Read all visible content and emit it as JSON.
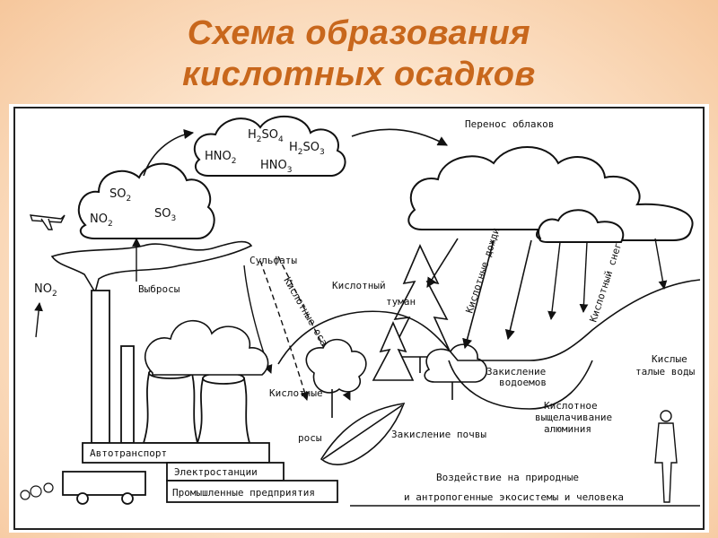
{
  "title": {
    "line1": "Схема образования",
    "line2": "кислотных осадков"
  },
  "diagram": {
    "cloud_transfer": "Перенос облаков",
    "compounds": {
      "so2": {
        "base": "SO",
        "sub": "2"
      },
      "no2": {
        "base": "NO",
        "sub": "2"
      },
      "so3": {
        "base": "SO",
        "sub": "3"
      },
      "h2so4": {
        "p1": "H",
        "s1": "2",
        "p2": "SO",
        "s2": "4"
      },
      "hno2": {
        "base": "HNO",
        "sub": "2"
      },
      "h2so3": {
        "p1": "H",
        "s1": "2",
        "p2": "SO",
        "s2": "3"
      },
      "hno3": {
        "base": "HNO",
        "sub": "3"
      },
      "no2_left": {
        "base": "NO",
        "sub": "2"
      }
    },
    "emissions": "Выбросы",
    "sulfates": "Сульфаты",
    "acid_deposition": "Кислотные осаждения",
    "acid_fog_1": "Кислотный",
    "acid_fog_2": "туман",
    "acid_rain": "Кислотные дожди",
    "acid_snow": "Кислотный снег",
    "acid_dew_1": "Кислотные",
    "acid_dew_2": "росы",
    "water_acid_1": "Закисление",
    "water_acid_2": "водоемов",
    "aluminum_1": "Кислотное",
    "aluminum_2": "выщелачивание",
    "aluminum_3": "алюминия",
    "meltwater_1": "Кислые",
    "meltwater_2": "талые воды",
    "soil_acid": "Закисление почвы",
    "impact_1": "Воздействие на природные",
    "impact_2": "и антропогенные экосистемы и человека",
    "transport": "Автотранспорт",
    "power_plants": "Электростанции",
    "industry": "Промышленные предприятия"
  }
}
